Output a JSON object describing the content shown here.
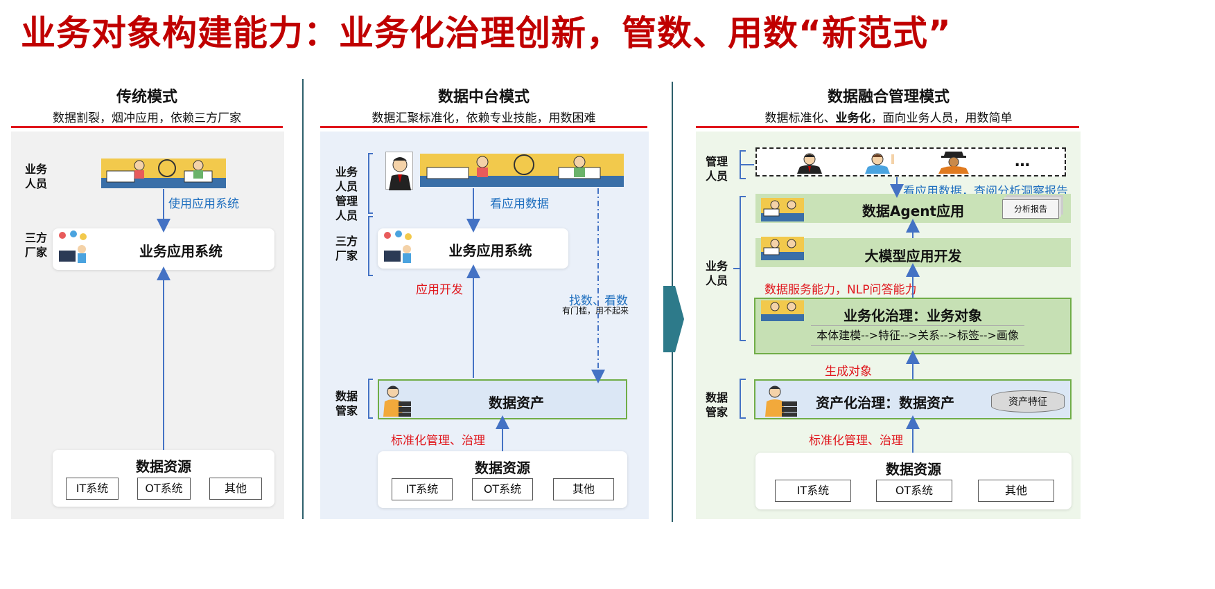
{
  "title": "业务对象构建能力：业务化治理创新，管数、用数“新范式”",
  "colors": {
    "title": "#c00000",
    "accent_red": "#e0161c",
    "arrow_blue": "#4472c4",
    "green_border": "#70ad47",
    "teal": "#2d7a8a"
  },
  "traditional": {
    "heading": "传统模式",
    "subtitle": "数据割裂，烟冲应用，依赖三方厂家",
    "label_business": "业务\n人员",
    "label_vendor": "三方\n厂家",
    "use_system": "使用应用系统",
    "app_system": "业务应用系统",
    "data_resource": "数据资源",
    "chips": [
      "IT系统",
      "OT系统",
      "其他"
    ]
  },
  "middle": {
    "heading": "数据中台模式",
    "subtitle": "数据汇聚标准化，依赖专业技能，用数困难",
    "label_biz_mgmt": "业务\n人员\n管理\n人员",
    "label_vendor": "三方\n厂家",
    "label_steward": "数据\n管家",
    "view_data": "看应用数据",
    "app_system": "业务应用系统",
    "app_dev": "应用开发",
    "find_view": "找数、看数",
    "threshold": "有门槛，用不起来",
    "data_asset": "数据资产",
    "standardize": "标准化管理、治理",
    "data_resource": "数据资源",
    "chips": [
      "IT系统",
      "OT系统",
      "其他"
    ]
  },
  "fusion": {
    "heading": "数据融合管理模式",
    "subtitle_pre": "数据标准化、",
    "subtitle_bold": "业务化",
    "subtitle_post": "，面向业务人员，用数简单",
    "label_mgmt": "管理\n人员",
    "label_business": "业务\n人员",
    "label_steward": "数据\n管家",
    "ellipsis": "…",
    "view_report": "看应用数据，查阅分析洞察报告",
    "agent_app": "数据Agent应用",
    "report_chip": "分析报告",
    "llm_dev": "大模型应用开发",
    "service_caps": "数据服务能力，NLP问答能力",
    "biz_governance": "业务化治理：业务对象",
    "biz_chain": "本体建模-->特征-->关系-->标签-->画像",
    "gen_object": "生成对象",
    "asset_governance": "资产化治理：数据资产",
    "asset_feature": "资产特征",
    "standardize": "标准化管理、治理",
    "data_resource": "数据资源",
    "chips": [
      "IT系统",
      "OT系统",
      "其他"
    ]
  },
  "icons": [
    "office-people-illustration",
    "developer-illustration",
    "data-steward-icon",
    "businessman-avatar",
    "manager-avatar",
    "executive-avatar",
    "right-chevron-arrow"
  ]
}
